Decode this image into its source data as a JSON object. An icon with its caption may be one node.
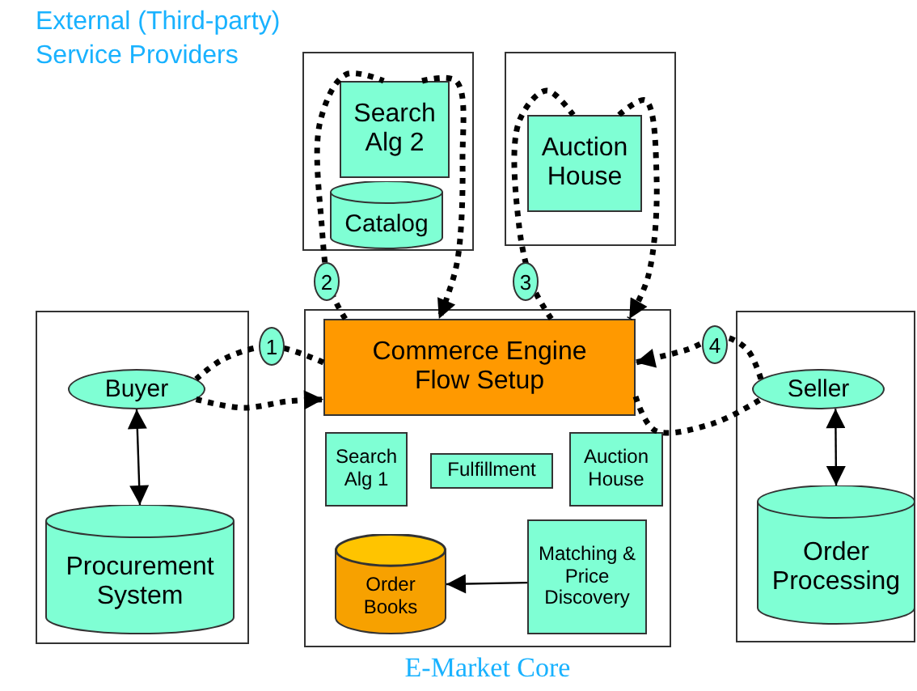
{
  "diagram": {
    "nodes": [
      {
        "text": [],
        "shape": "box"
      },
      {
        "text": [
          "Search Alg 2"
        ],
        "in": 0
      },
      {
        "text": [
          "Catalog"
        ],
        "in": 0
      },
      {
        "text": [],
        "shape": "box"
      },
      {
        "text": [
          "Auction House"
        ],
        "in": 3
      },
      {
        "text": [],
        "shape": "box"
      },
      {
        "text": [
          "Buyer"
        ],
        "in": 5
      },
      {
        "text": [
          "Procurement System"
        ],
        "in": 5
      },
      {
        "text": [
          "E-Market Core"
        ]
      },
      {
        "text": [
          "Commerce Engine Flow Setup"
        ],
        "in": 8
      },
      {
        "text": [
          "Search Alg 1"
        ],
        "in": 8
      },
      {
        "text": [
          "Fulfillment"
        ],
        "in": 8
      },
      {
        "text": [
          "Auction House"
        ],
        "in": 8
      },
      {
        "text": [
          "Order Books"
        ],
        "in": 8
      },
      {
        "text": [
          "Matching & Price Discovery"
        ],
        "in": 8
      },
      {
        "text": [],
        "shape": "box"
      },
      {
        "text": [
          "Seller"
        ],
        "in": 15
      },
      {
        "text": [
          "Order Processing"
        ],
        "in": 15
      }
    ],
    "edges": [
      {
        "from": 9,
        "to": 6,
        "arrow": "none",
        "label": "1",
        "style": "dashed"
      },
      {
        "from": 6,
        "to": 9,
        "arrow": "to",
        "style": "dashed"
      },
      {
        "from": 9,
        "to": 1,
        "arrow": "none",
        "label": "2",
        "style": "dashed"
      },
      {
        "from": 1,
        "to": 9,
        "arrow": "to",
        "style": "dashed"
      },
      {
        "from": 9,
        "to": 4,
        "arrow": "none",
        "label": "3",
        "style": "dashed"
      },
      {
        "from": 4,
        "to": 9,
        "arrow": "to",
        "style": "dashed"
      },
      {
        "from": 9,
        "to": 16,
        "arrow": "none",
        "style": "dashed"
      },
      {
        "from": 16,
        "to": 9,
        "arrow": "to",
        "label": "4",
        "style": "dashed"
      },
      {
        "from": 6,
        "to": 7,
        "arrow": "both"
      },
      {
        "from": 16,
        "to": 17,
        "arrow": "both"
      },
      {
        "from": 14,
        "to": 13,
        "arrow": "to"
      }
    ],
    "labels": [
      "External (Third-party) Service Providers"
    ]
  }
}
